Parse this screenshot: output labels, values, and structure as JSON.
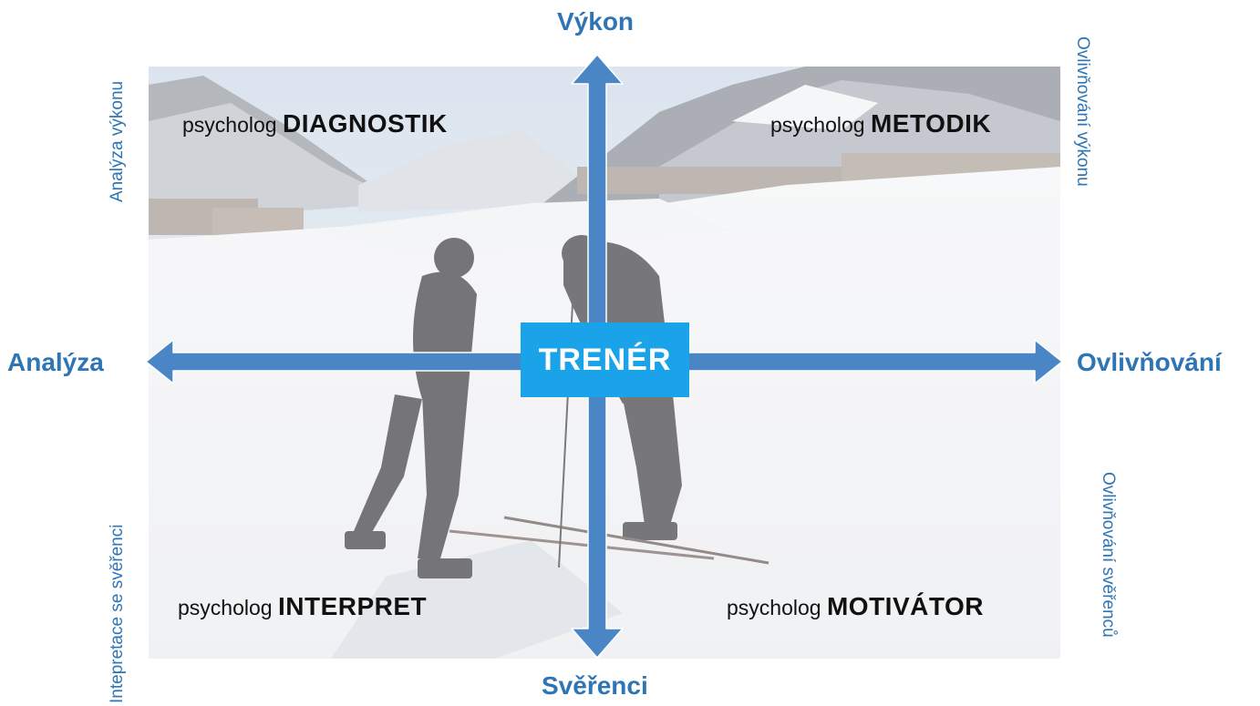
{
  "axes": {
    "top": "Výkon",
    "bottom": "Svěřenci",
    "left": "Analýza",
    "right": "Ovlivňování"
  },
  "sides": {
    "left_top": "Analýza výkonu",
    "left_bottom": "Intepretace se svěřenci",
    "right_top": "Ovlivňování výkonu",
    "right_bottom": "Ovlivňování svěřenců"
  },
  "quadrants": {
    "top_left": {
      "prefix": "psycholog",
      "role": "DIAGNOSTIK"
    },
    "top_right": {
      "prefix": "psycholog",
      "role": "METODIK"
    },
    "bottom_left": {
      "prefix": "psycholog",
      "role": "INTERPRET"
    },
    "bottom_right": {
      "prefix": "psycholog",
      "role": "MOTIVÁTOR"
    }
  },
  "center": "TRENÉR",
  "colors": {
    "accent": "#2E75B6",
    "arrow": "#4A86C5",
    "center_box": "#1AA3E8"
  }
}
